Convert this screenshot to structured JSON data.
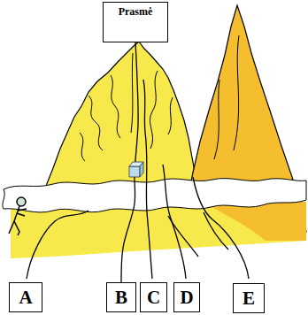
{
  "diagram": {
    "nodes": [
      {
        "text": [
          "Prasmė"
        ]
      },
      {
        "text": [
          "A"
        ]
      },
      {
        "text": [
          "B"
        ]
      },
      {
        "text": [
          "C"
        ]
      },
      {
        "text": [
          "D"
        ]
      },
      {
        "text": [
          "E"
        ]
      }
    ],
    "edges": [
      {
        "from": 2,
        "to": 0,
        "arrow": "none"
      }
    ]
  }
}
